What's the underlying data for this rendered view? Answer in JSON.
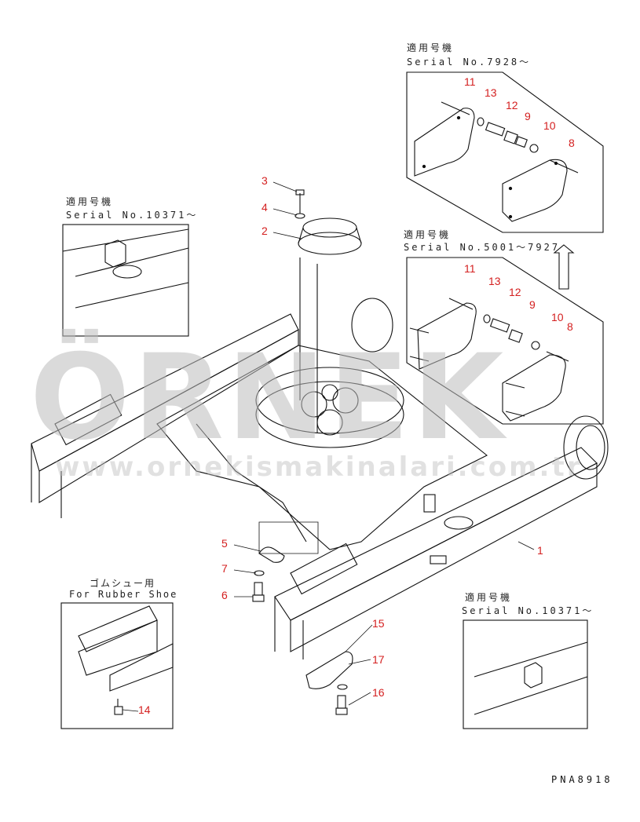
{
  "inset_top_right": {
    "title": "適用号機",
    "serial": "Serial No.7928〜"
  },
  "inset_mid_right": {
    "title": "適用号機",
    "serial": "Serial No.5001〜7927"
  },
  "inset_left": {
    "title": "適用号機",
    "serial": "Serial No.10371〜"
  },
  "inset_bottom_left": {
    "title": "ゴムシュー用",
    "subtitle": "For Rubber Shoe"
  },
  "inset_bottom_right": {
    "title": "適用号機",
    "serial": "Serial No.10371〜"
  },
  "part_numbers": {
    "p1": "1",
    "p2": "2",
    "p3": "3",
    "p4": "4",
    "p5": "5",
    "p6": "6",
    "p7": "7",
    "top_p8": "8",
    "top_p9": "9",
    "top_p10": "10",
    "top_p11": "11",
    "top_p12": "12",
    "top_p13": "13",
    "mid_p8": "8",
    "mid_p9": "9",
    "mid_p10": "10",
    "mid_p11": "11",
    "mid_p12": "12",
    "mid_p13": "13",
    "p14": "14",
    "p15": "15",
    "p16": "16",
    "p17": "17"
  },
  "watermark": {
    "brand": "ÖRNEK",
    "url": "www.ornekismakinalari.com.tr"
  },
  "drawing_code": "PNA8918",
  "colors": {
    "callout": "#d42020",
    "line": "#111111",
    "watermark": "#bdbdbd",
    "accent": "#f0c040"
  }
}
